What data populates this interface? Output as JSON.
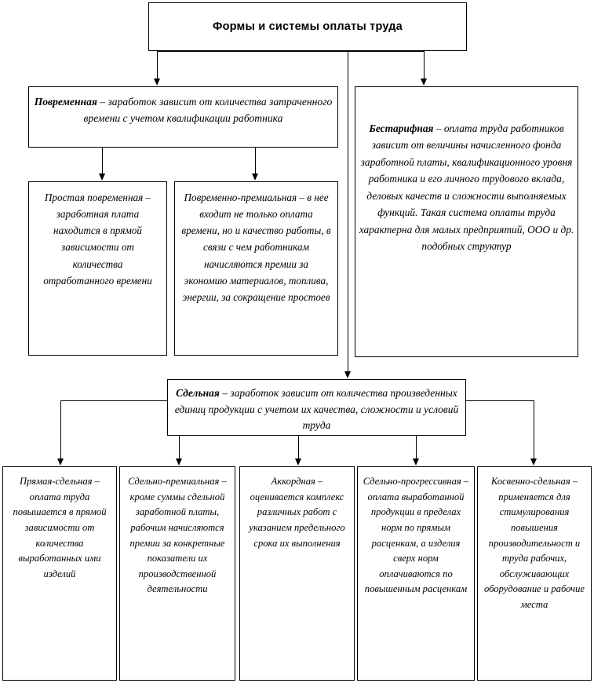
{
  "diagram": {
    "title": "Формы и системы оплаты труда",
    "palette": {
      "background": "#ffffff",
      "border": "#000000",
      "text": "#000000"
    },
    "root": {
      "label": "Формы и системы оплаты труда"
    },
    "level2": {
      "povremennaya": {
        "term": "Повременная",
        "text": "Повременная – заработок зависит от количества затраченного времени с учетом квалификации работника"
      },
      "bestarifnaya": {
        "term": "Бестарифная",
        "text": "Бестарифная – оплата труда работников зависит от величины начисленного фонда заработной платы, квалификационного уровня работника и его личного трудового вклада, деловых качеств и сложности выполняемых функций. Такая система оплаты труда характерна для малых предприятий, ООО и др. подобных структур"
      },
      "sdelnaya": {
        "term": "Сдельная",
        "text": "Сдельная – заработок зависит от количества произведенных единиц продукции с учетом их качества, сложности и условий труда"
      }
    },
    "level3": [
      {
        "name": "prostaya-povremennaya",
        "text": "Простая повременная – заработная плата находится в прямой зависимости от количества отработанного времени"
      },
      {
        "name": "povremenno-premialnaya",
        "text": "Повременно-премиальная – в нее входит не только оплата времени, но и качество работы, в связи с чем работникам начисляются премии за экономию материалов, топлива, энергии, за сокращение простоев"
      }
    ],
    "level4": [
      {
        "name": "pryamaya-sdelnaya",
        "text": "Прямая-сдельная – оплата труда повышается в прямой зависимости от количества выработанных ими изделий"
      },
      {
        "name": "sdelno-premialnaya",
        "text": "Сдельно-премиальная – кроме суммы сдельной заработной платы, рабочим начисляются премии за конкретные показатели их производственной деятельности"
      },
      {
        "name": "akkordnaya",
        "text": "Аккордная – оценивается комплекс различных работ с указанием предельного срока их выполнения"
      },
      {
        "name": "sdelno-progressivnaya",
        "text": "Сдельно-прогрессивная – оплата выработанной продукции в пределах норм по прямым расценкам, а изделия сверх норм оплачиваются по повышенным расценкам"
      },
      {
        "name": "kosvenno-sdelnaya",
        "text": "Косвенно-сдельная – применяется для стимулирования повышения производительност и труда рабочих, обслуживающих оборудование и рабочие места"
      }
    ]
  }
}
